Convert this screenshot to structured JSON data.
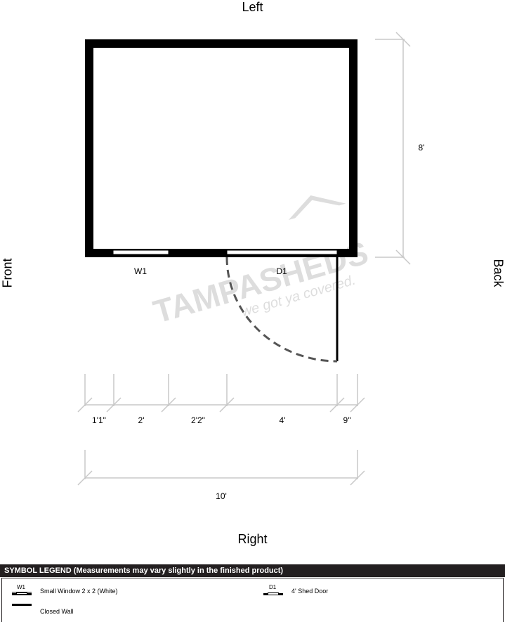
{
  "sides": {
    "top": "Left",
    "bottom": "Right",
    "left": "Front",
    "right": "Back"
  },
  "openings": {
    "window": "W1",
    "door": "D1"
  },
  "dimensions": {
    "depth": "8'",
    "segments": [
      "1'1\"",
      "2'",
      "2'2\"",
      "4'",
      "9\""
    ],
    "width": "10'"
  },
  "watermark": {
    "brand": "TAMPASHEDS",
    "tagline": "we got ya covered."
  },
  "legend": {
    "header": "SYMBOL LEGEND (Measurements may vary slightly in the finished product)",
    "items": [
      {
        "code": "W1",
        "text": "Small Window 2 x 2 (White)"
      },
      {
        "code": "D1",
        "text": "4' Shed Door"
      },
      {
        "code": "",
        "text": "Closed Wall"
      }
    ]
  },
  "colors": {
    "wall": "#000000",
    "dimension_line": "#c8c8c8",
    "door_swing": "#555555",
    "legend_header": "#231f20"
  }
}
